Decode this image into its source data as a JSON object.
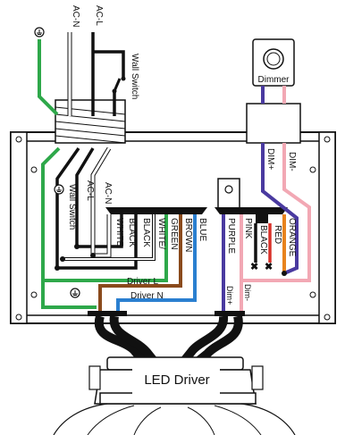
{
  "top_labels": {
    "ac_n": "AC-N",
    "ac_l": "AC-L",
    "wall_switch": "Wall Switch",
    "dimmer": "Dimmer"
  },
  "side_labels": {
    "dim_plus": "DIM+",
    "dim_minus": "DIM-"
  },
  "inner_labels": {
    "ac_n": "AC-N",
    "ac_l": "AC-L",
    "wall_switch": "Wall Switch"
  },
  "left_terminal": [
    "WHITE",
    "BLACK",
    "BLACK",
    "WHITE/",
    "GREEN",
    "BROWN",
    "BLUE"
  ],
  "right_terminal": [
    "PURPLE",
    "PINK",
    "BLACK",
    "RED",
    "ORANGE"
  ],
  "driver_labels": {
    "driver_l": "Driver L",
    "driver_n": "Driver N",
    "dim_plus": "Dim+",
    "dim_minus": "Dim-"
  },
  "fixture_label": "LED Driver",
  "colors": {
    "green": "#2ea84a",
    "brown": "#8a4a1c",
    "blue": "#2a7fd0",
    "black": "#111111",
    "white": "#ffffff",
    "purple": "#4a3aa0",
    "pink": "#f2a8b4",
    "red": "#d8322a",
    "orange": "#e8831e"
  }
}
